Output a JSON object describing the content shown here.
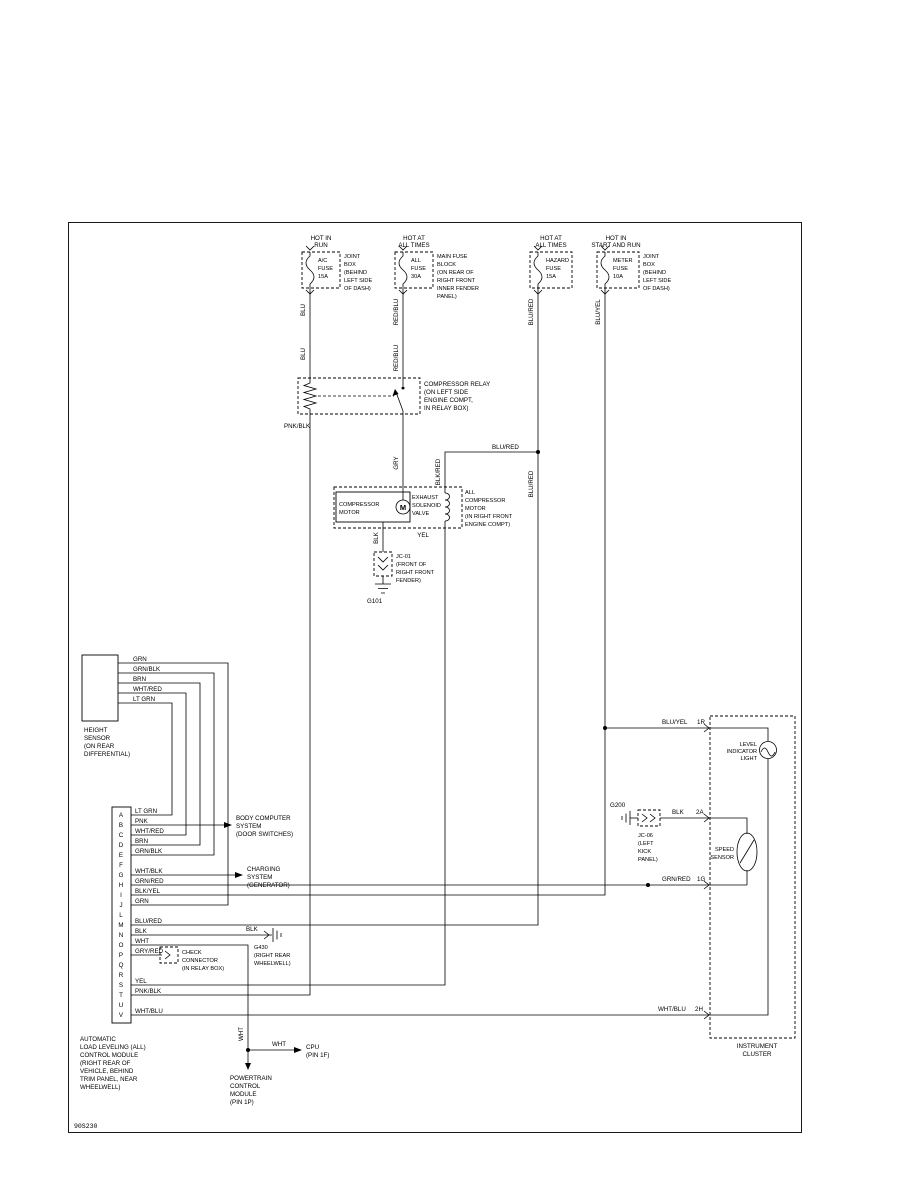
{
  "diagram_id": "90S230",
  "power_sources": [
    {
      "hot": [
        "HOT IN",
        "RUN"
      ],
      "fuse": [
        "A/C",
        "FUSE",
        "15A"
      ],
      "location": [
        "JOINT",
        "BOX",
        "(BEHIND",
        "LEFT SIDE",
        "OF DASH)"
      ]
    },
    {
      "hot": [
        "HOT AT",
        "ALL TIMES"
      ],
      "fuse": [
        "ALL",
        "FUSE",
        "30A"
      ],
      "location": [
        "MAIN FUSE",
        "BLOCK",
        "(ON REAR OF",
        "RIGHT FRONT",
        "INNER FENDER",
        "PANEL)"
      ]
    },
    {
      "hot": [
        "HOT AT",
        "ALL TIMES"
      ],
      "fuse": [
        "HAZARD",
        "FUSE",
        "15A"
      ],
      "location": []
    },
    {
      "hot": [
        "HOT IN",
        "START AND RUN"
      ],
      "fuse": [
        "METER",
        "FUSE",
        "10A"
      ],
      "location": [
        "JOINT",
        "BOX",
        "(BEHIND",
        "LEFT SIDE",
        "OF DASH)"
      ]
    }
  ],
  "wires": {
    "blu": "BLU",
    "red_blu": "RED/BLU",
    "blu_red": "BLU/RED",
    "blu_yel": "BLU/YEL",
    "pnk_blk": "PNK/BLK",
    "gry": "GRY",
    "blk_red": "BLK/RED",
    "blk": "BLK",
    "yel": "YEL",
    "wht": "WHT",
    "grn_red": "GRN/RED",
    "wht_blu": "WHT/BLU"
  },
  "relay": {
    "label": [
      "COMPRESSOR RELAY",
      "(ON LEFT SIDE",
      "ENGINE COMPT,",
      "IN RELAY BOX)"
    ]
  },
  "compressor": {
    "motor_label": [
      "COMPRESSOR",
      "MOTOR"
    ],
    "motor_symbol": "M",
    "valve_label": [
      "EXHAUST",
      "SOLENOID",
      "VALVE"
    ],
    "assembly_label": [
      "ALL",
      "COMPRESSOR",
      "MOTOR",
      "(IN RIGHT FRONT",
      "ENGINE COMPT)"
    ]
  },
  "grounds": {
    "g101": "G101",
    "g200": "G200",
    "g430_label": [
      "G430",
      "(RIGHT REAR",
      "WHEELWELL)"
    ]
  },
  "connectors": {
    "jc01": [
      "JC-01",
      "(FRONT OF",
      "RIGHT FRONT",
      "FENDER)"
    ],
    "jc06": [
      "JC-06",
      "(LEFT",
      "KICK",
      "PANEL)"
    ],
    "pins": {
      "r1": "1R",
      "a2": "2A",
      "g1": "1G",
      "h2": "2H"
    }
  },
  "height_sensor": {
    "label": [
      "HEIGHT",
      "SENSOR",
      "(ON REAR",
      "DIFFERENTIAL)"
    ],
    "wires": [
      "GRN",
      "GRN/BLK",
      "BRN",
      "WHT/RED",
      "LT GRN"
    ]
  },
  "control_module": {
    "pins": [
      {
        "letter": "A",
        "wire": "LT GRN"
      },
      {
        "letter": "B",
        "wire": "PNK"
      },
      {
        "letter": "C",
        "wire": "WHT/RED"
      },
      {
        "letter": "D",
        "wire": "BRN"
      },
      {
        "letter": "E",
        "wire": "GRN/BLK"
      },
      {
        "letter": "F",
        "wire": ""
      },
      {
        "letter": "G",
        "wire": "WHT/BLK"
      },
      {
        "letter": "H",
        "wire": "GRN/RED"
      },
      {
        "letter": "I",
        "wire": "BLK/YEL"
      },
      {
        "letter": "J",
        "wire": "GRN"
      },
      {
        "letter": "L",
        "wire": ""
      },
      {
        "letter": "M",
        "wire": "BLU/RED"
      },
      {
        "letter": "N",
        "wire": "BLK"
      },
      {
        "letter": "O",
        "wire": "WHT"
      },
      {
        "letter": "P",
        "wire": "GRY/RED"
      },
      {
        "letter": "Q",
        "wire": ""
      },
      {
        "letter": "R",
        "wire": ""
      },
      {
        "letter": "S",
        "wire": "YEL"
      },
      {
        "letter": "T",
        "wire": "PNK/BLK"
      },
      {
        "letter": "U",
        "wire": ""
      },
      {
        "letter": "V",
        "wire": "WHT/BLU"
      }
    ],
    "label": [
      "AUTOMATIC",
      "LOAD LEVELING (ALL)",
      "CONTROL MODULE",
      "(RIGHT REAR OF",
      "VEHICLE, BEHIND",
      "TRIM PANEL, NEAR",
      "WHEELWELL)"
    ]
  },
  "destinations": {
    "body_computer": [
      "BODY COMPUTER",
      "SYSTEM",
      "(DOOR SWITCHES)"
    ],
    "charging": [
      "CHARGING",
      "SYSTEM",
      "(GENERATOR)"
    ],
    "check_connector": [
      "CHECK",
      "CONNECTOR",
      "(IN RELAY BOX)"
    ],
    "cpu": [
      "CPU",
      "(PIN 1F)"
    ],
    "pcm": [
      "POWERTRAIN",
      "CONTROL",
      "MODULE",
      "(PIN 1P)"
    ]
  },
  "instrument_cluster": {
    "label": [
      "INSTRUMENT",
      "CLUSTER"
    ],
    "level_light": [
      "LEVEL",
      "INDICATOR",
      "LIGHT"
    ],
    "speed_sensor": [
      "SPEED",
      "SENSOR"
    ]
  }
}
